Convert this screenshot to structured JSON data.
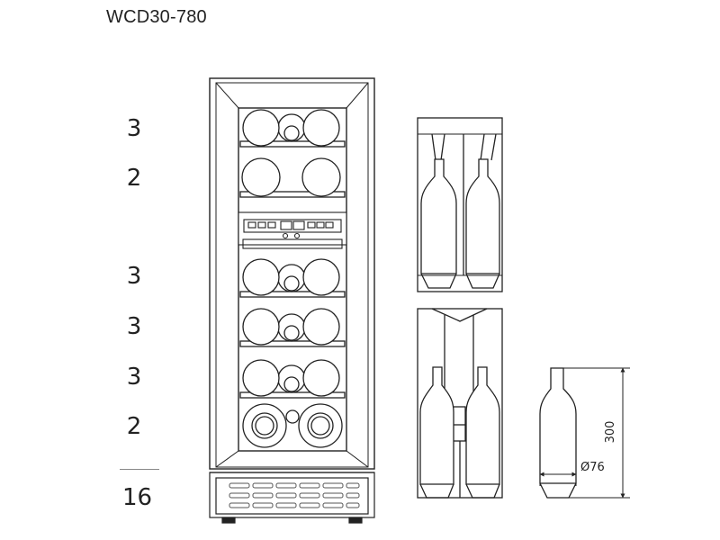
{
  "model": "WCD30-780",
  "shelf_counts": [
    "3",
    "2",
    "3",
    "3",
    "3",
    "2"
  ],
  "total": "16",
  "dimensions": {
    "bottle_height": "300",
    "bottle_diameter": "Ø76"
  },
  "colors": {
    "line": "#222222",
    "divider": "#888888"
  }
}
